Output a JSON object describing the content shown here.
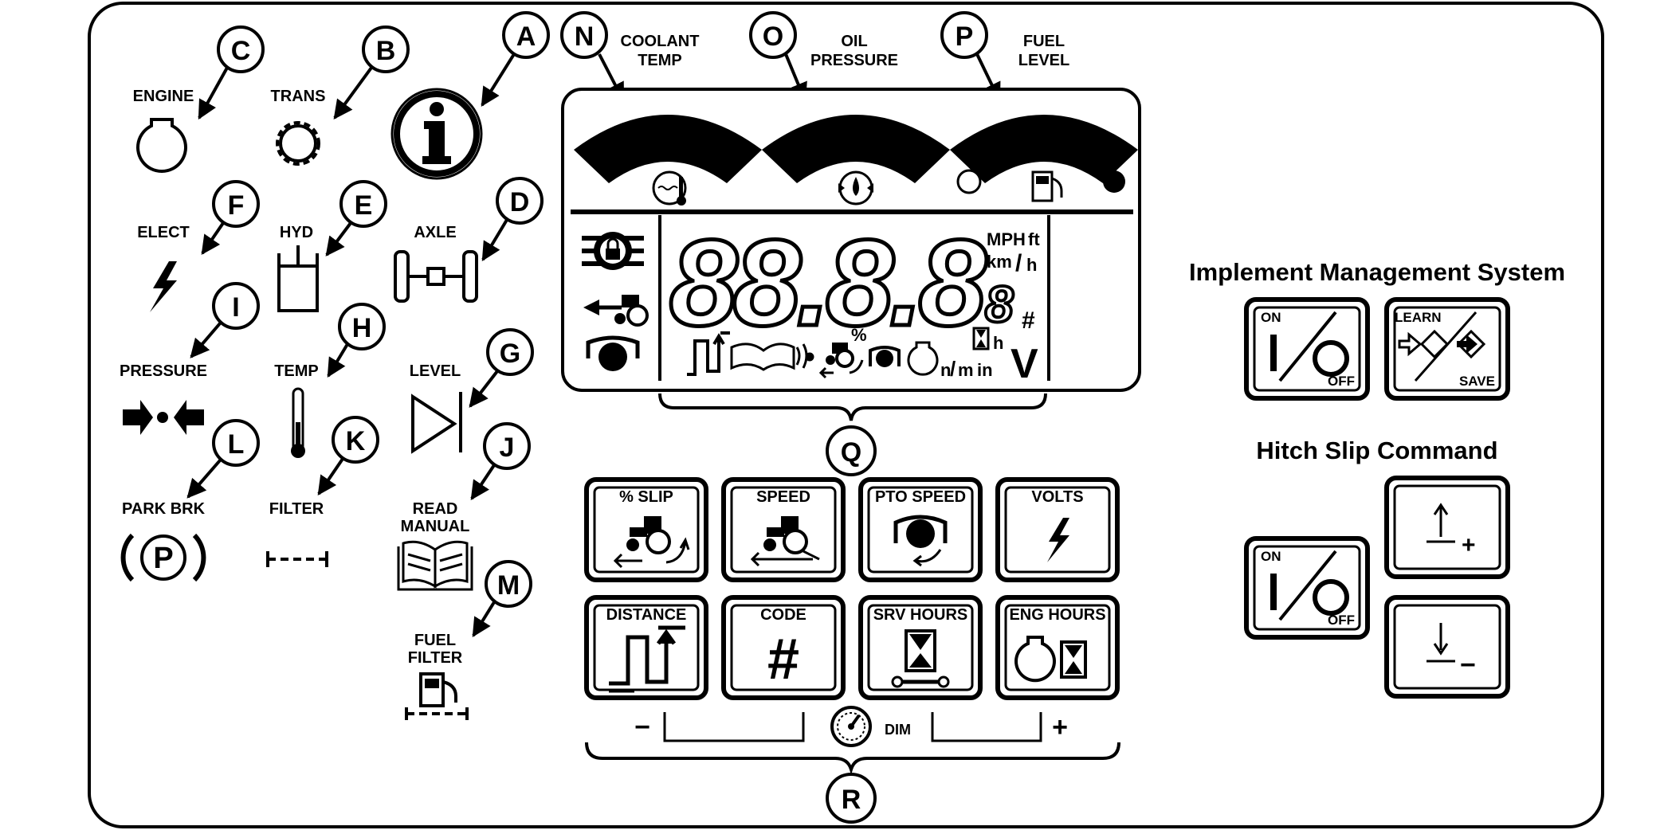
{
  "indicators": {
    "engine": {
      "callout": "C",
      "label": "ENGINE"
    },
    "trans": {
      "callout": "B",
      "label": "TRANS"
    },
    "info": {
      "callout": "A"
    },
    "elect": {
      "callout": "F",
      "label": "ELECT"
    },
    "hyd": {
      "callout": "E",
      "label": "HYD"
    },
    "axle": {
      "callout": "D",
      "label": "AXLE"
    },
    "pressure": {
      "callout": "I",
      "label": "PRESSURE"
    },
    "temp": {
      "callout": "H",
      "label": "TEMP"
    },
    "level": {
      "callout": "G",
      "label": "LEVEL"
    },
    "park_brk": {
      "callout": "L",
      "label": "PARK BRK"
    },
    "filter": {
      "callout": "K",
      "label": "FILTER"
    },
    "read_manual": {
      "callout": "J",
      "label_line1": "READ",
      "label_line2": "MANUAL"
    },
    "fuel_filter": {
      "callout": "M",
      "label_line1": "FUEL",
      "label_line2": "FILTER"
    }
  },
  "gauges": {
    "coolant": {
      "callout": "N",
      "label_line1": "COOLANT",
      "label_line2": "TEMP"
    },
    "oil": {
      "callout": "O",
      "label_line1": "OIL",
      "label_line2": "PRESSURE"
    },
    "fuel": {
      "callout": "P",
      "label_line1": "FUEL",
      "label_line2": "LEVEL"
    }
  },
  "display": {
    "digits": "88.8.8",
    "unit_mph": "MPH",
    "unit_ft": "ft",
    "unit_km": "km",
    "unit_slash": "/",
    "unit_h": "h",
    "small_digit": "8",
    "hash": "#",
    "n_label": "n",
    "m_label": "m",
    "hm_h": "h",
    "hm_in": "in",
    "volts": "V",
    "percent": "%"
  },
  "callouts": {
    "q": "Q",
    "r": "R"
  },
  "buttons": {
    "slip": "% SLIP",
    "speed": "SPEED",
    "pto_speed": "PTO SPEED",
    "volts": "VOLTS",
    "distance": "DISTANCE",
    "code": "CODE",
    "code_symbol": "#",
    "srv_hours": "SRV HOURS",
    "eng_hours": "ENG HOURS"
  },
  "dim": {
    "minus": "−",
    "label": "DIM",
    "plus": "+"
  },
  "ims": {
    "title": "Implement Management System",
    "on": "ON",
    "off": "OFF",
    "learn": "LEARN",
    "save": "SAVE"
  },
  "hitch": {
    "title": "Hitch Slip Command",
    "on": "ON",
    "off": "OFF",
    "plus": "+",
    "minus": "−"
  }
}
